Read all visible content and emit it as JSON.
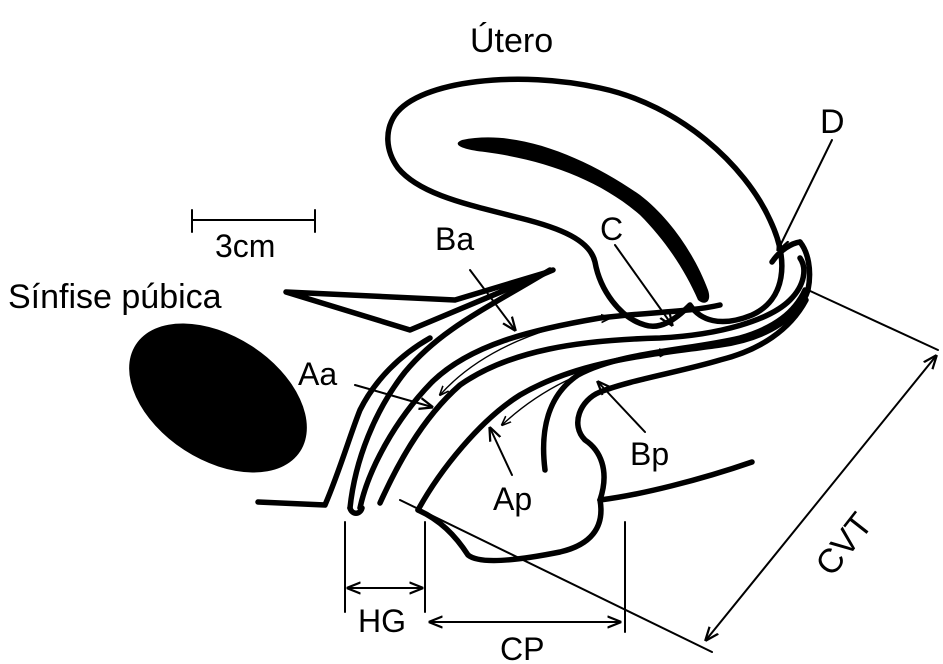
{
  "labels": {
    "utero": "Útero",
    "d": "D",
    "scale": "3cm",
    "ba": "Ba",
    "c": "C",
    "sinfise": "Sínfise púbica",
    "aa": "Aa",
    "bp": "Bp",
    "ap": "Ap",
    "cvt": "CVT",
    "hg": "HG",
    "cp": "CP"
  },
  "colors": {
    "ink": "#000000",
    "background": "#ffffff"
  }
}
